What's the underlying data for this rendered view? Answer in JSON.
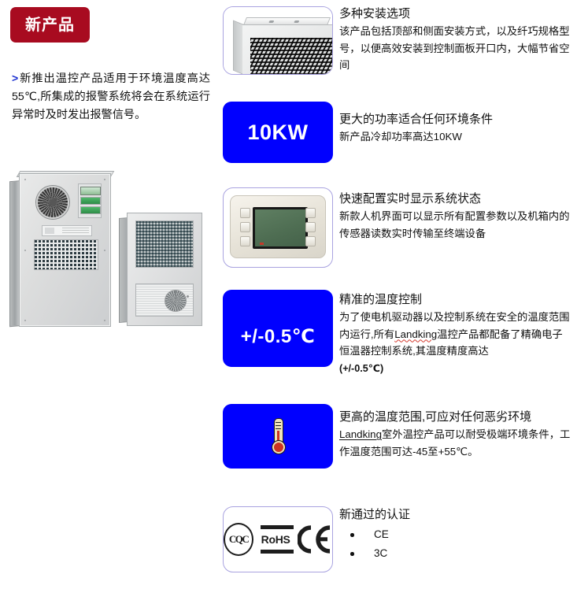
{
  "badge": {
    "label": "新产品",
    "color": "#a80b20"
  },
  "intro": {
    "chevron": ">",
    "text": "新推出温控产品适用于环境温度高达55℃,所集成的报警系统将会在系统运行异常时及时发出报警信号。",
    "chevron_color": "#1a2fd0"
  },
  "product_photo": {
    "alt_big": "机柜空调大功率机型",
    "alt_small": "机柜空调纤巧机型"
  },
  "features": [
    {
      "media_type": "photo",
      "media_name": "mounting-options-photo",
      "title": "多种安装选项",
      "body": "该产品包括顶部和侧面安装方式，以及纤巧规格型号，以便高效安装到控制面板开口内，大幅节省空间"
    },
    {
      "media_type": "blue-panel",
      "media_name": "power-badge",
      "panel_label": "10KW",
      "panel_color": "#0000ff",
      "title": "更大的功率适合任何环境条件",
      "body": "新产品冷却功率高达10KW"
    },
    {
      "media_type": "photo",
      "media_name": "hmi-controller-photo",
      "title": "快速配置实时显示系统状态",
      "body": "新款人机界面可以显示所有配置参数以及机箱内的传感器读数实时传输至终端设备"
    },
    {
      "media_type": "blue-panel",
      "media_name": "accuracy-badge",
      "panel_label": "+/-0.5℃",
      "panel_color": "#0000ff",
      "title": "精准的温度控制",
      "body_part1": "为了使电机驱动器以及控制系统在安全的温度范围内运行,所有",
      "body_brand": "Landking",
      "body_part2": "温控产品都配备了精确电子恒温器控制系统,其温度精度高达",
      "body_emphasis": "(+/-0.5℃)"
    },
    {
      "media_type": "blue-panel",
      "media_name": "temperature-range-badge",
      "panel_icon": "thermometer-icon",
      "panel_color": "#0000ff",
      "title": "更高的温度范围,可应对任何恶劣环境",
      "body_brand": "Landking",
      "body_text": "室外温控产品可以耐受极端环境条件，工作温度范围可达-45至+55℃。"
    },
    {
      "media_type": "photo",
      "media_name": "certification-logos",
      "logos": [
        "CQC",
        "RoHS",
        "CE"
      ],
      "title": "新通过的认证",
      "list": [
        "CE",
        "3C"
      ]
    }
  ]
}
